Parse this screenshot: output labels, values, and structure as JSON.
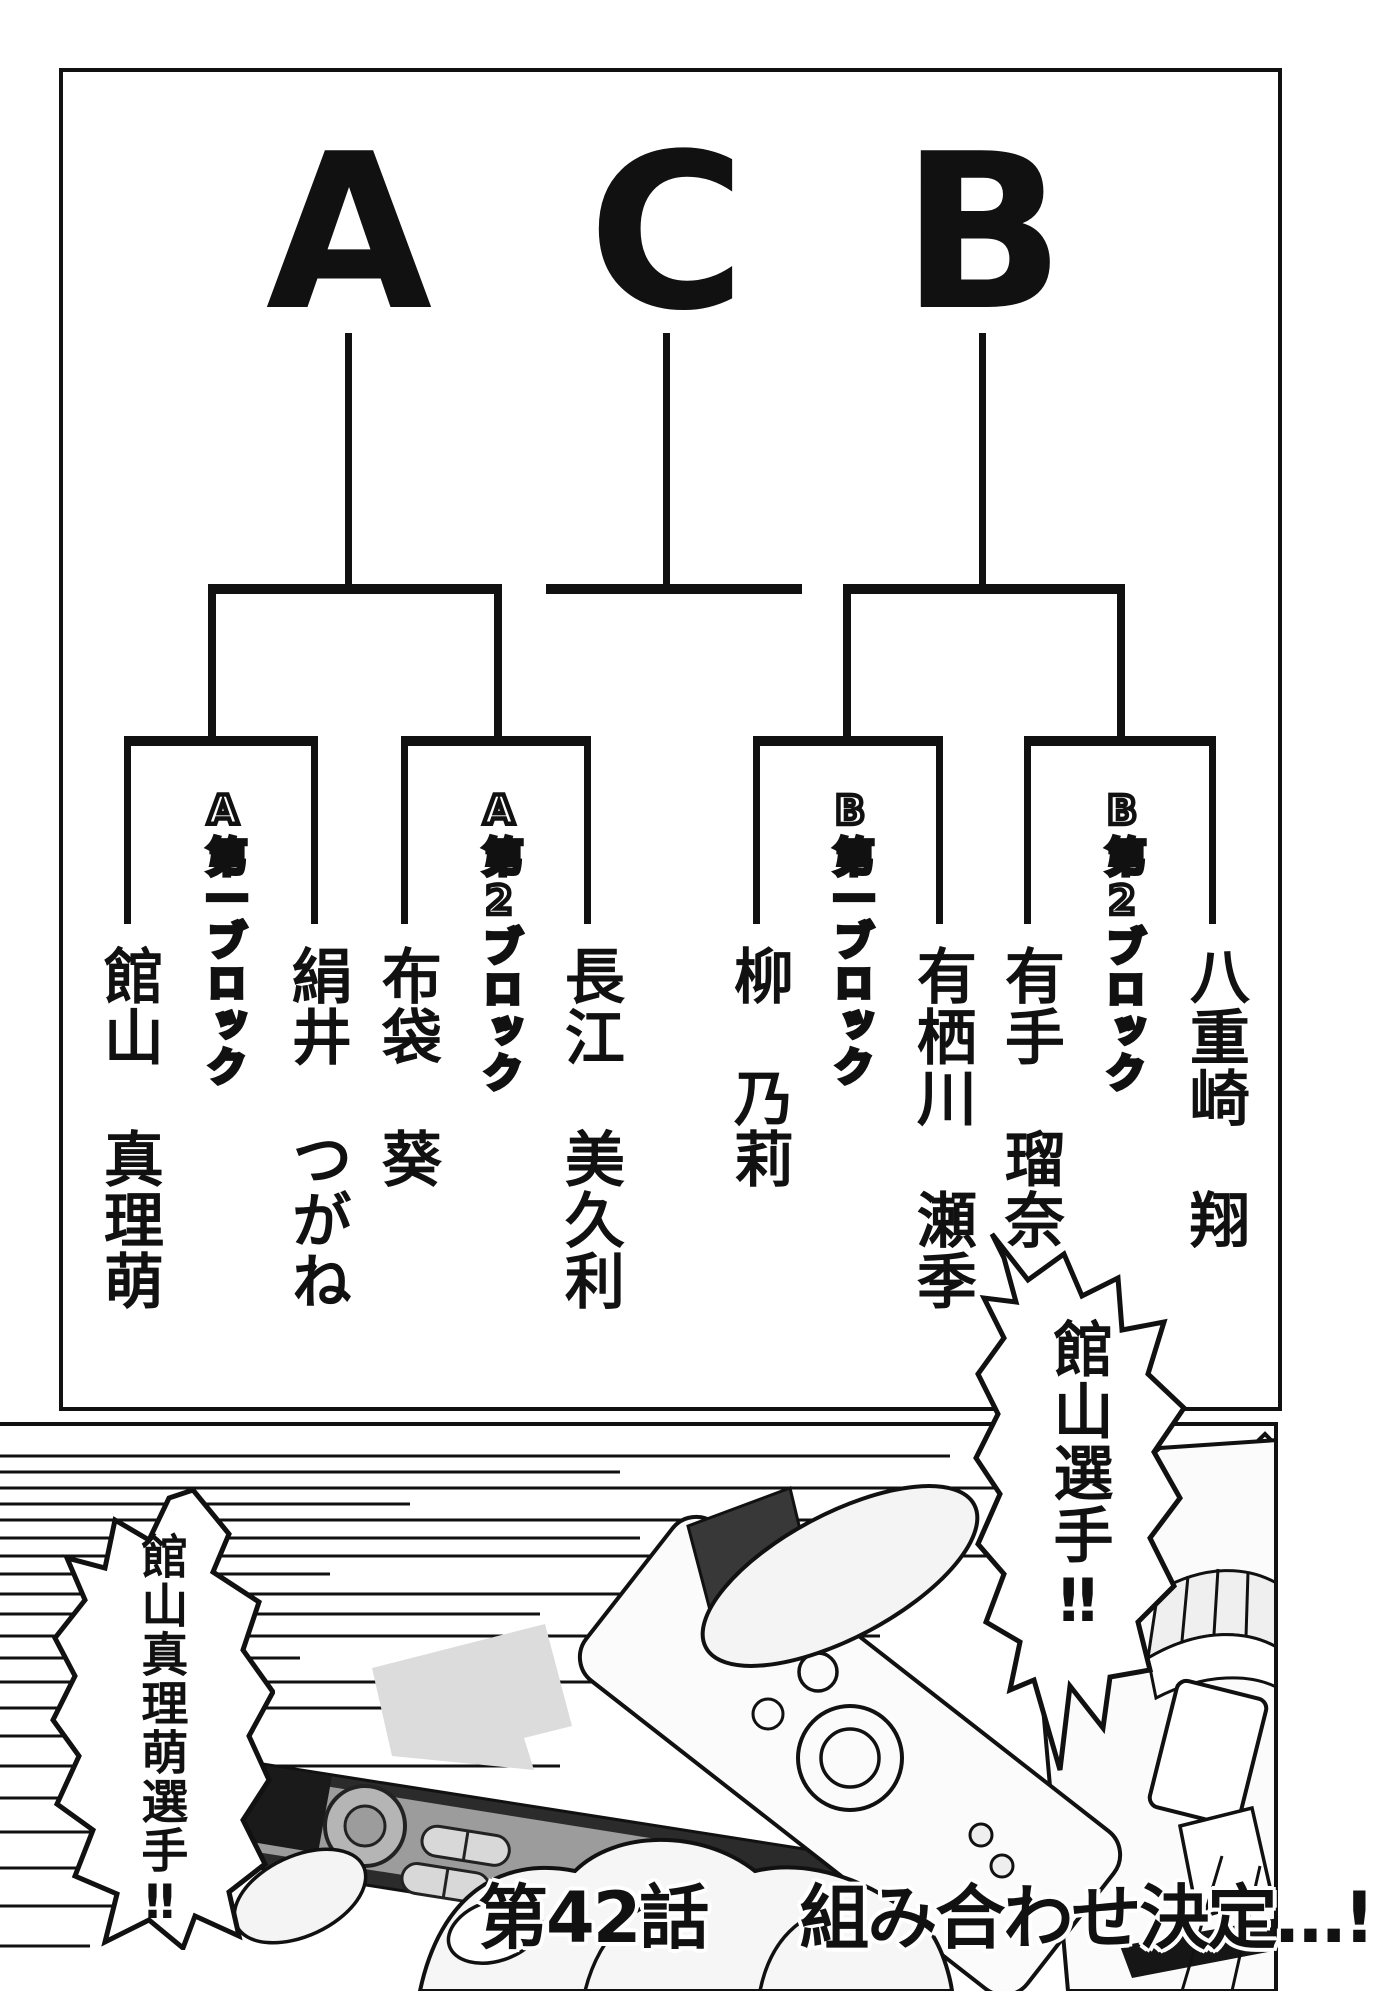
{
  "colors": {
    "ink": "#111111",
    "paper": "#ffffff",
    "device_dark": "#2b2b2b",
    "device_face_gray": "#9c9c9c"
  },
  "panel1": {
    "type": "tournament-bracket",
    "groups": [
      "A",
      "C",
      "B"
    ],
    "blocks": [
      {
        "group": "A",
        "label": "A第一ブロック",
        "players": [
          "館山　真理萌",
          "絹井　つがね"
        ]
      },
      {
        "group": "A",
        "label": "A第2ブロック",
        "players": [
          "布袋　葵",
          "長江　美久利"
        ]
      },
      {
        "group": "B",
        "label": "B第一ブロック",
        "players": [
          "柳　乃莉",
          "有栖川　瀬季"
        ]
      },
      {
        "group": "B",
        "label": "B第2ブロック",
        "players": [
          "有手　瑠奈",
          "八重崎　翔"
        ]
      }
    ]
  },
  "bubbles": {
    "right": "館山選手‼",
    "left": "館山真理萌選手‼"
  },
  "chapter": {
    "number": "第42話",
    "title": "組み合わせ決定…!"
  }
}
